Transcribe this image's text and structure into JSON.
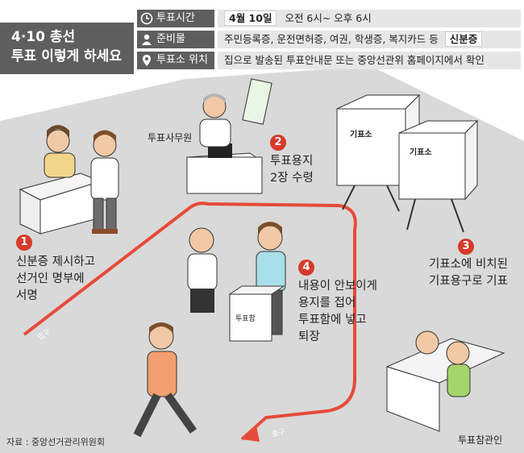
{
  "title": [
    "4·10 총선",
    "투표 이렇게 하세요"
  ],
  "info": [
    {
      "label": "투표시간",
      "icon": "clock-icon",
      "value": "4월 10일",
      "value2": "오전 6시~ 오후 6시"
    },
    {
      "label": "준비물",
      "icon": "person-icon",
      "value": "주민등록증, 운전면허증, 여권, 학생증, 복지카드 등",
      "value2": "신분증"
    },
    {
      "label": "투표소 위치",
      "icon": "location-pin-icon",
      "value": "집으로 발송된 투표안내문 또는 중앙선관위 홈페이지에서 확인"
    }
  ],
  "steps": [
    {
      "num": "1",
      "lines": [
        "신분증 제시하고",
        "선거인 명부에",
        "서명"
      ]
    },
    {
      "num": "2",
      "lines": [
        "투표용지",
        "2장 수령"
      ]
    },
    {
      "num": "3",
      "lines": [
        "기표소에 비치된",
        "기표용구로 기표"
      ]
    },
    {
      "num": "4",
      "lines": [
        "내용이 안보이게",
        "용지를 접어",
        "투표함에 넣고",
        "퇴장"
      ]
    }
  ],
  "labels": {
    "clerk": "투표사무원",
    "observer": "투표참관인",
    "booth": "기표소",
    "ballot_box": "투표함",
    "entrance": "입구",
    "exit": "출구"
  },
  "source": "자료 : 중앙선거관리위원회",
  "colors": {
    "accent_red": "#d63a2a",
    "header_gray": "#5e5e5e",
    "floor_gray": "#d9d9d9",
    "value_bg": "#e6e6e6"
  }
}
